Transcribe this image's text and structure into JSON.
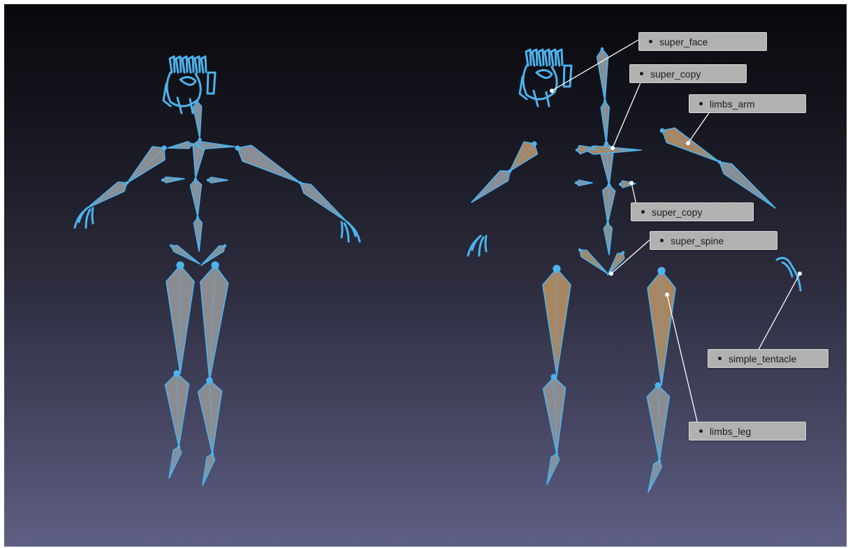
{
  "colors": {
    "background_top": "#08080c",
    "background_bottom": "#5e6083",
    "bone_outline": "#4db3ee",
    "bone_fill_grey": "#8c8c90",
    "bone_fill_orange": "#a98560",
    "callout_fill": "#b0b2b0",
    "leader_line": "#ffffff"
  },
  "callouts": [
    {
      "id": "super_face",
      "label": "super_face"
    },
    {
      "id": "super_copy_torso",
      "label": "super_copy"
    },
    {
      "id": "limbs_arm",
      "label": "limbs_arm"
    },
    {
      "id": "super_copy_small",
      "label": "super_copy"
    },
    {
      "id": "super_spine",
      "label": "super_spine"
    },
    {
      "id": "simple_tentacle",
      "label": "simple_tentacle"
    },
    {
      "id": "limbs_leg",
      "label": "limbs_leg"
    }
  ]
}
